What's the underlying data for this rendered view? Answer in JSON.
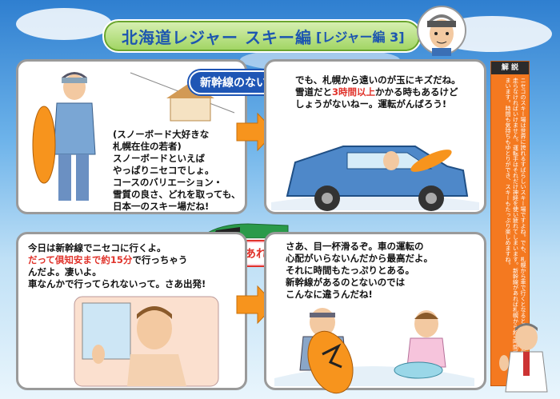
{
  "title": {
    "main": "北海道レジャー スキー編",
    "sub": "[レジャー編 3]"
  },
  "panel1": {
    "lines": [
      "(スノーボード大好きな",
      "札幌在住の若者)",
      "スノーボードといえば",
      "やっぱりニセコでしょ。",
      "コースのバリエーション・",
      "雪質の良さ、どれを取っても、",
      "日本一のスキー場だね!"
    ]
  },
  "badge_top": "新幹線のない今は・・・",
  "panel2": {
    "line1": "でも、札幌から遠いのが玉にキズだね。",
    "line2_a": "雪道だと",
    "line2_red": "3時間以上",
    "line2_b": "かかる時もあるけど",
    "line3": "しょうがないねー。運転がんばろう!"
  },
  "badge_bottom": "新幹線があれば!・・・",
  "panel3": {
    "line1": "今日は新幹線でニセコに行くよ。",
    "line2_red": "だって倶知安まで約15分",
    "line2_b": "で行っちゃう",
    "line3": "んだよ。凄いよ。",
    "line4": "車なんかで行ってられないって。さあ出発!"
  },
  "panel4": {
    "lines": [
      "さあ、目一杯滑るぞ。車の運転の",
      "心配がいらないんだから最高だよ。",
      "それに時間もたっぷりとある。",
      "新幹線があるのとないのでは",
      "こんなに違うんだね!"
    ]
  },
  "side": {
    "head": "解 説",
    "body": "ニセコのスキー場は世界に誇れるすばらしいスキー場ですよね。でも、札幌から車で行くとなると凍結した道路を長時間走らなければいけません。運転手はそれだけ神経を使い疲れてしまいます。新幹線があれば札幌から約1時間で着いてしまいます。時間も気持ちもゆとりができ、スキーもたっぷり楽しめますね。"
  }
}
